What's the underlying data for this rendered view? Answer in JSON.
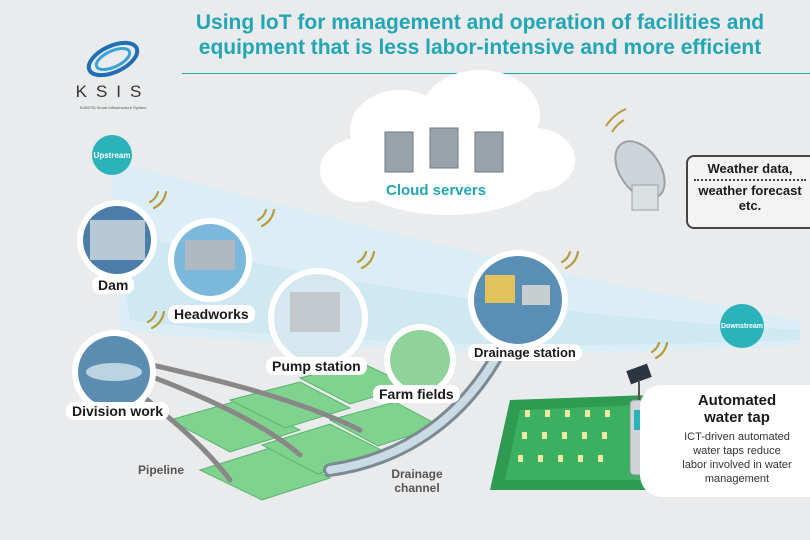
{
  "header": {
    "title_line1": "Using IoT for management and operation of facilities and",
    "title_line2": "equipment that is less labor-intensive and more efficient"
  },
  "logo": {
    "name": "KSIS",
    "subtitle": "KUBOTA Smart Infrastructure System"
  },
  "flow": {
    "upstream": "Upstream",
    "downstream": "Downstream"
  },
  "cloud": {
    "label": "Cloud servers"
  },
  "weather": {
    "line1": "Weather data,",
    "line2": "weather forecast",
    "line3": "etc."
  },
  "facilities": {
    "dam": "Dam",
    "headworks": "Headworks",
    "pump_station": "Pump station",
    "farm_fields": "Farm fields",
    "drainage_station": "Drainage station",
    "division_work": "Division work"
  },
  "channels": {
    "pipeline": "Pipeline",
    "drainage_line1": "Drainage",
    "drainage_line2": "channel"
  },
  "automated_tap": {
    "title_line1": "Automated",
    "title_line2": "water tap",
    "desc_line1": "ICT-driven automated",
    "desc_line2": "water taps reduce",
    "desc_line3": "labor involved in water",
    "desc_line4": "management"
  },
  "colors": {
    "accent": "#22a6b3",
    "river_light": "#dbeef6",
    "field_green": "#2e9a52",
    "grid_green": "#7fd38f"
  }
}
